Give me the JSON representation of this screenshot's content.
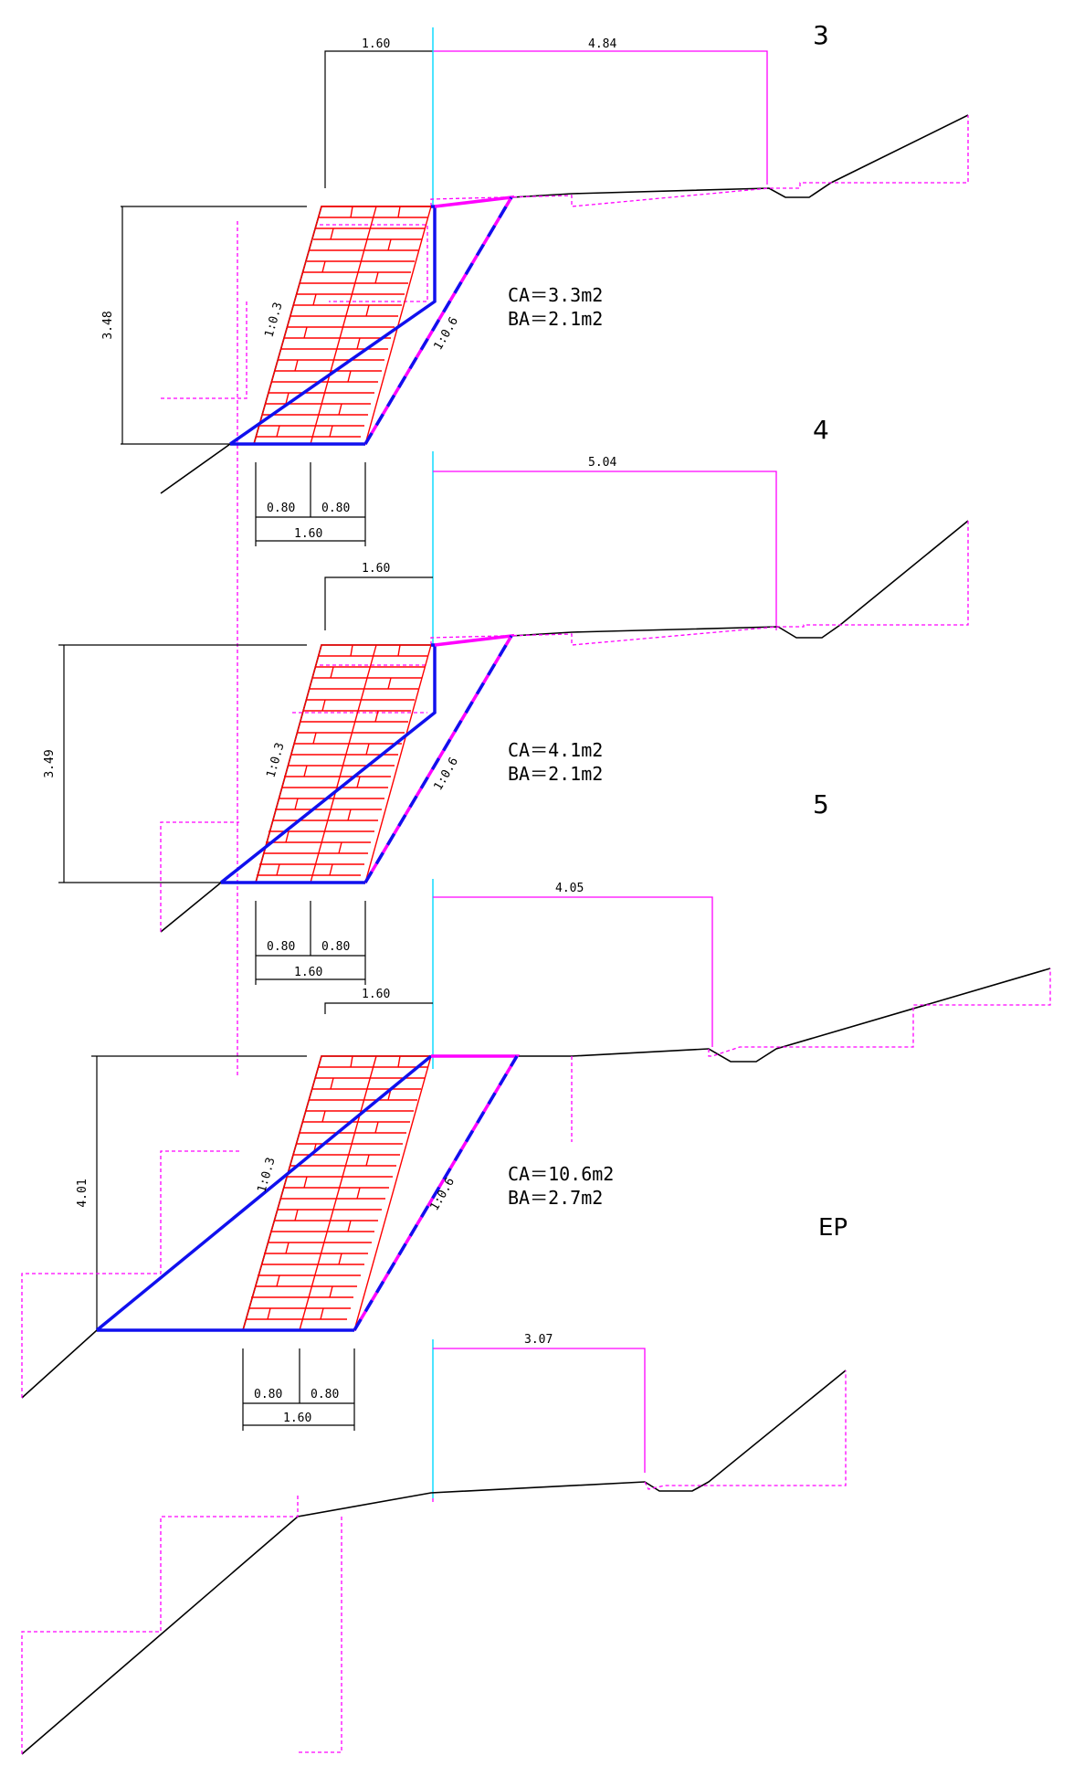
{
  "sections": [
    {
      "id": "3",
      "label": "3",
      "dims": {
        "top_width": "1.60",
        "offset": "4.84",
        "height": "3.48",
        "half_a": "0.80",
        "half_b": "0.80",
        "base": "1.60"
      },
      "slopes": {
        "front": "1:0.3",
        "back": "1:0.6"
      },
      "areas": {
        "ca": "CA＝3.3m2",
        "ba": "BA＝2.1m2"
      }
    },
    {
      "id": "4",
      "label": "4",
      "dims": {
        "top_width": "1.60",
        "offset": "5.04",
        "height": "3.49",
        "half_a": "0.80",
        "half_b": "0.80",
        "base": "1.60"
      },
      "slopes": {
        "front": "1:0.3",
        "back": "1:0.6"
      },
      "areas": {
        "ca": "CA＝4.1m2",
        "ba": "BA＝2.1m2"
      }
    },
    {
      "id": "5",
      "label": "5",
      "dims": {
        "top_width": "1.60",
        "offset": "4.05",
        "height": "4.01",
        "half_a": "0.80",
        "half_b": "0.80",
        "base": "1.60"
      },
      "slopes": {
        "front": "1:0.3",
        "back": "1:0.6"
      },
      "areas": {
        "ca": "CA＝10.6m2",
        "ba": "BA＝2.7m2"
      }
    },
    {
      "id": "EP",
      "label": "EP",
      "dims": {
        "offset": "3.07"
      }
    }
  ],
  "colors": {
    "ground": "#000000",
    "retaining_wall_blocks": "#ff0000",
    "excavation_outline": "#1010ee",
    "design_line": "#ff00ff",
    "centerline": "#00d8ff"
  }
}
